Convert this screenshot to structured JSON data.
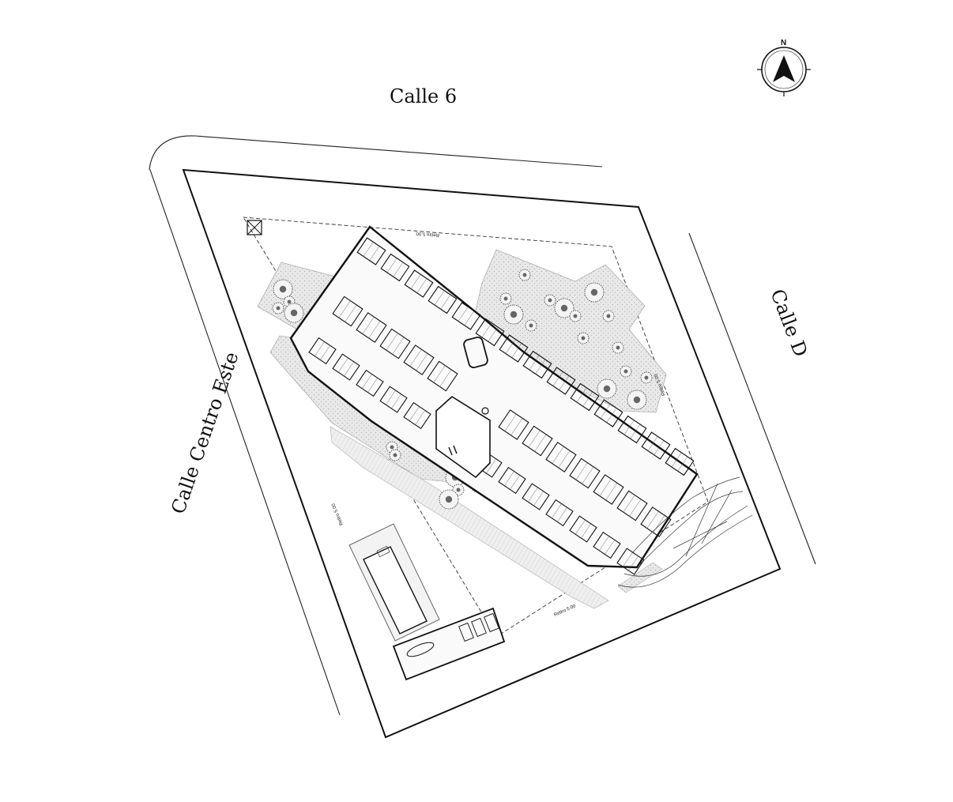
{
  "streets": {
    "north": "Calle 6",
    "west": "Calle Centro Este",
    "east": "Calle D"
  },
  "compass": {
    "label": "N"
  },
  "setbacks": {
    "top": "Retiro 5.00",
    "right": "Retiro 5.00",
    "bottom": "Retiro 5.00",
    "left": "Retiro 5.00"
  },
  "colors": {
    "ink": "#111111",
    "landscape": "#e6e6e6",
    "paving": "#ededed"
  }
}
